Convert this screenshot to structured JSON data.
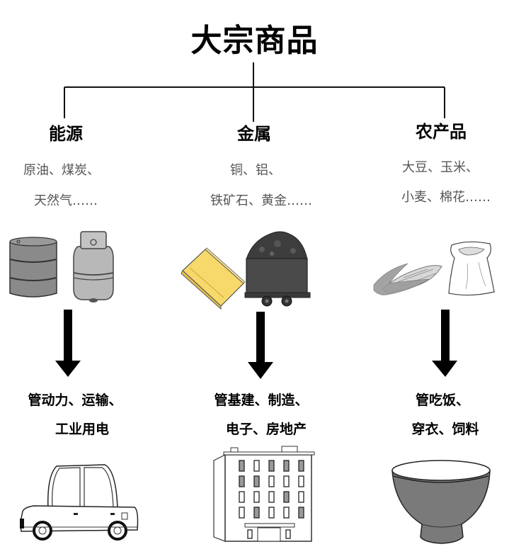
{
  "title": "大宗商品",
  "colors": {
    "line": "#111111",
    "arrow": "#000000",
    "example_text": "#555555",
    "gold": "#f7d96b",
    "dark_gray": "#4a4a4a",
    "mid_gray": "#8a8a8a",
    "light_gray": "#b8b8b8"
  },
  "categories": [
    {
      "name": "能源",
      "examples_line1": "原油、煤炭、",
      "examples_line2": "天然气……",
      "icons": [
        "oil-barrel-icon",
        "gas-cylinder-icon"
      ],
      "use_line1": "管动力、运输、",
      "use_line2": "工业用电",
      "result_icon": "car-icon"
    },
    {
      "name": "金属",
      "examples_line1": "铜、铝、",
      "examples_line2": "铁矿石、黄金……",
      "icons": [
        "gold-bar-icon",
        "ore-cart-icon"
      ],
      "use_line1": "管基建、制造、",
      "use_line2": "电子、房地产",
      "result_icon": "building-icon"
    },
    {
      "name": "农产品",
      "examples_line1": "大豆、玉米、",
      "examples_line2": "小麦、棉花……",
      "icons": [
        "corn-icon",
        "grain-sack-icon"
      ],
      "use_line1": "管吃饭、",
      "use_line2": "穿衣、饲料",
      "result_icon": "bowl-icon"
    }
  ]
}
